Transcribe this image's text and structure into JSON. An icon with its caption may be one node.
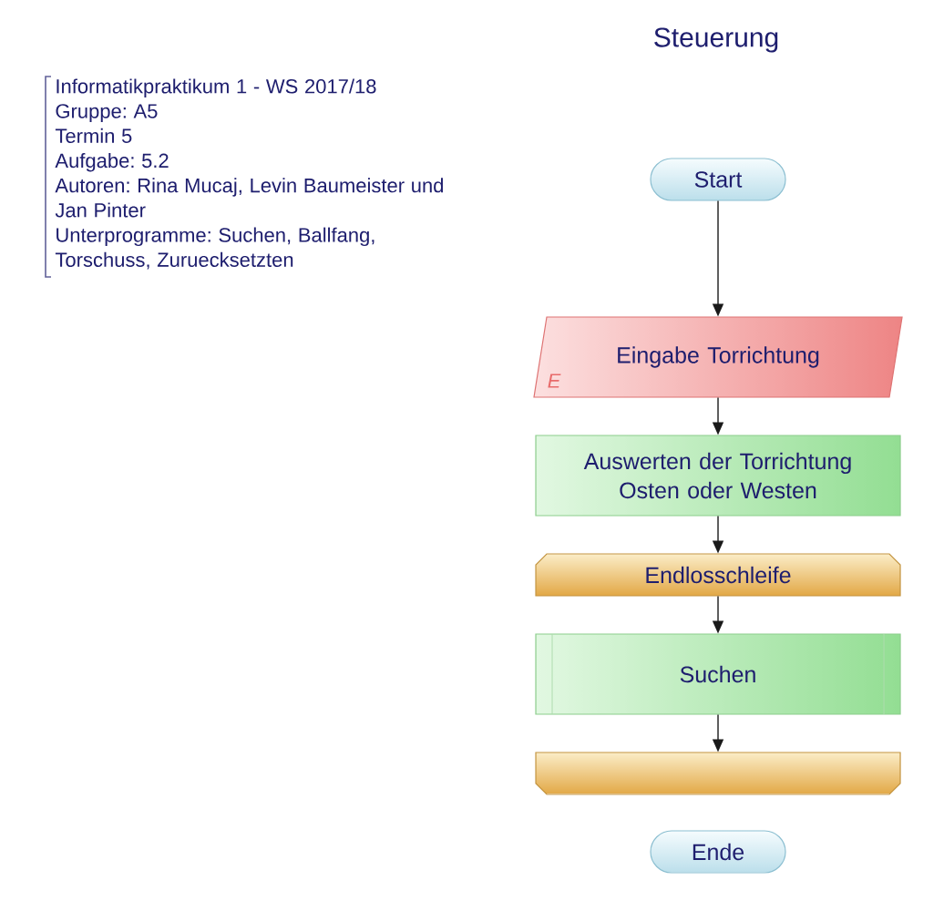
{
  "diagram": {
    "title": "Steuerung",
    "nodes": [
      {
        "text": [
          "Start"
        ]
      },
      {
        "text": [
          "Eingabe Torrichtung",
          "E"
        ]
      },
      {
        "text": [
          "Auswerten der Torrichtung Osten oder Westen"
        ]
      },
      {
        "text": [
          "Endlosschleife"
        ]
      },
      {
        "text": [
          "Suchen"
        ]
      },
      {
        "text": [],
        "shape": "box"
      },
      {
        "text": [
          "Ende"
        ]
      }
    ],
    "edges": [
      {
        "from": 0,
        "to": 1,
        "arrow": "to"
      },
      {
        "from": 1,
        "to": 2,
        "arrow": "to"
      },
      {
        "from": 2,
        "to": 3,
        "arrow": "to"
      },
      {
        "from": 3,
        "to": 4,
        "arrow": "to"
      },
      {
        "from": 4,
        "to": 5,
        "arrow": "to"
      }
    ],
    "labels": [
      "Informatikpraktikum 1 - WS 2017/18",
      "Gruppe: A5",
      "Termin 5",
      "Aufgabe: 5.2",
      "Autoren: Rina Mucaj, Levin Baumeister und Jan Pinter",
      "Unterprogramme: Suchen, Ballfang, Torschuss, Zuruecksetzten"
    ]
  }
}
